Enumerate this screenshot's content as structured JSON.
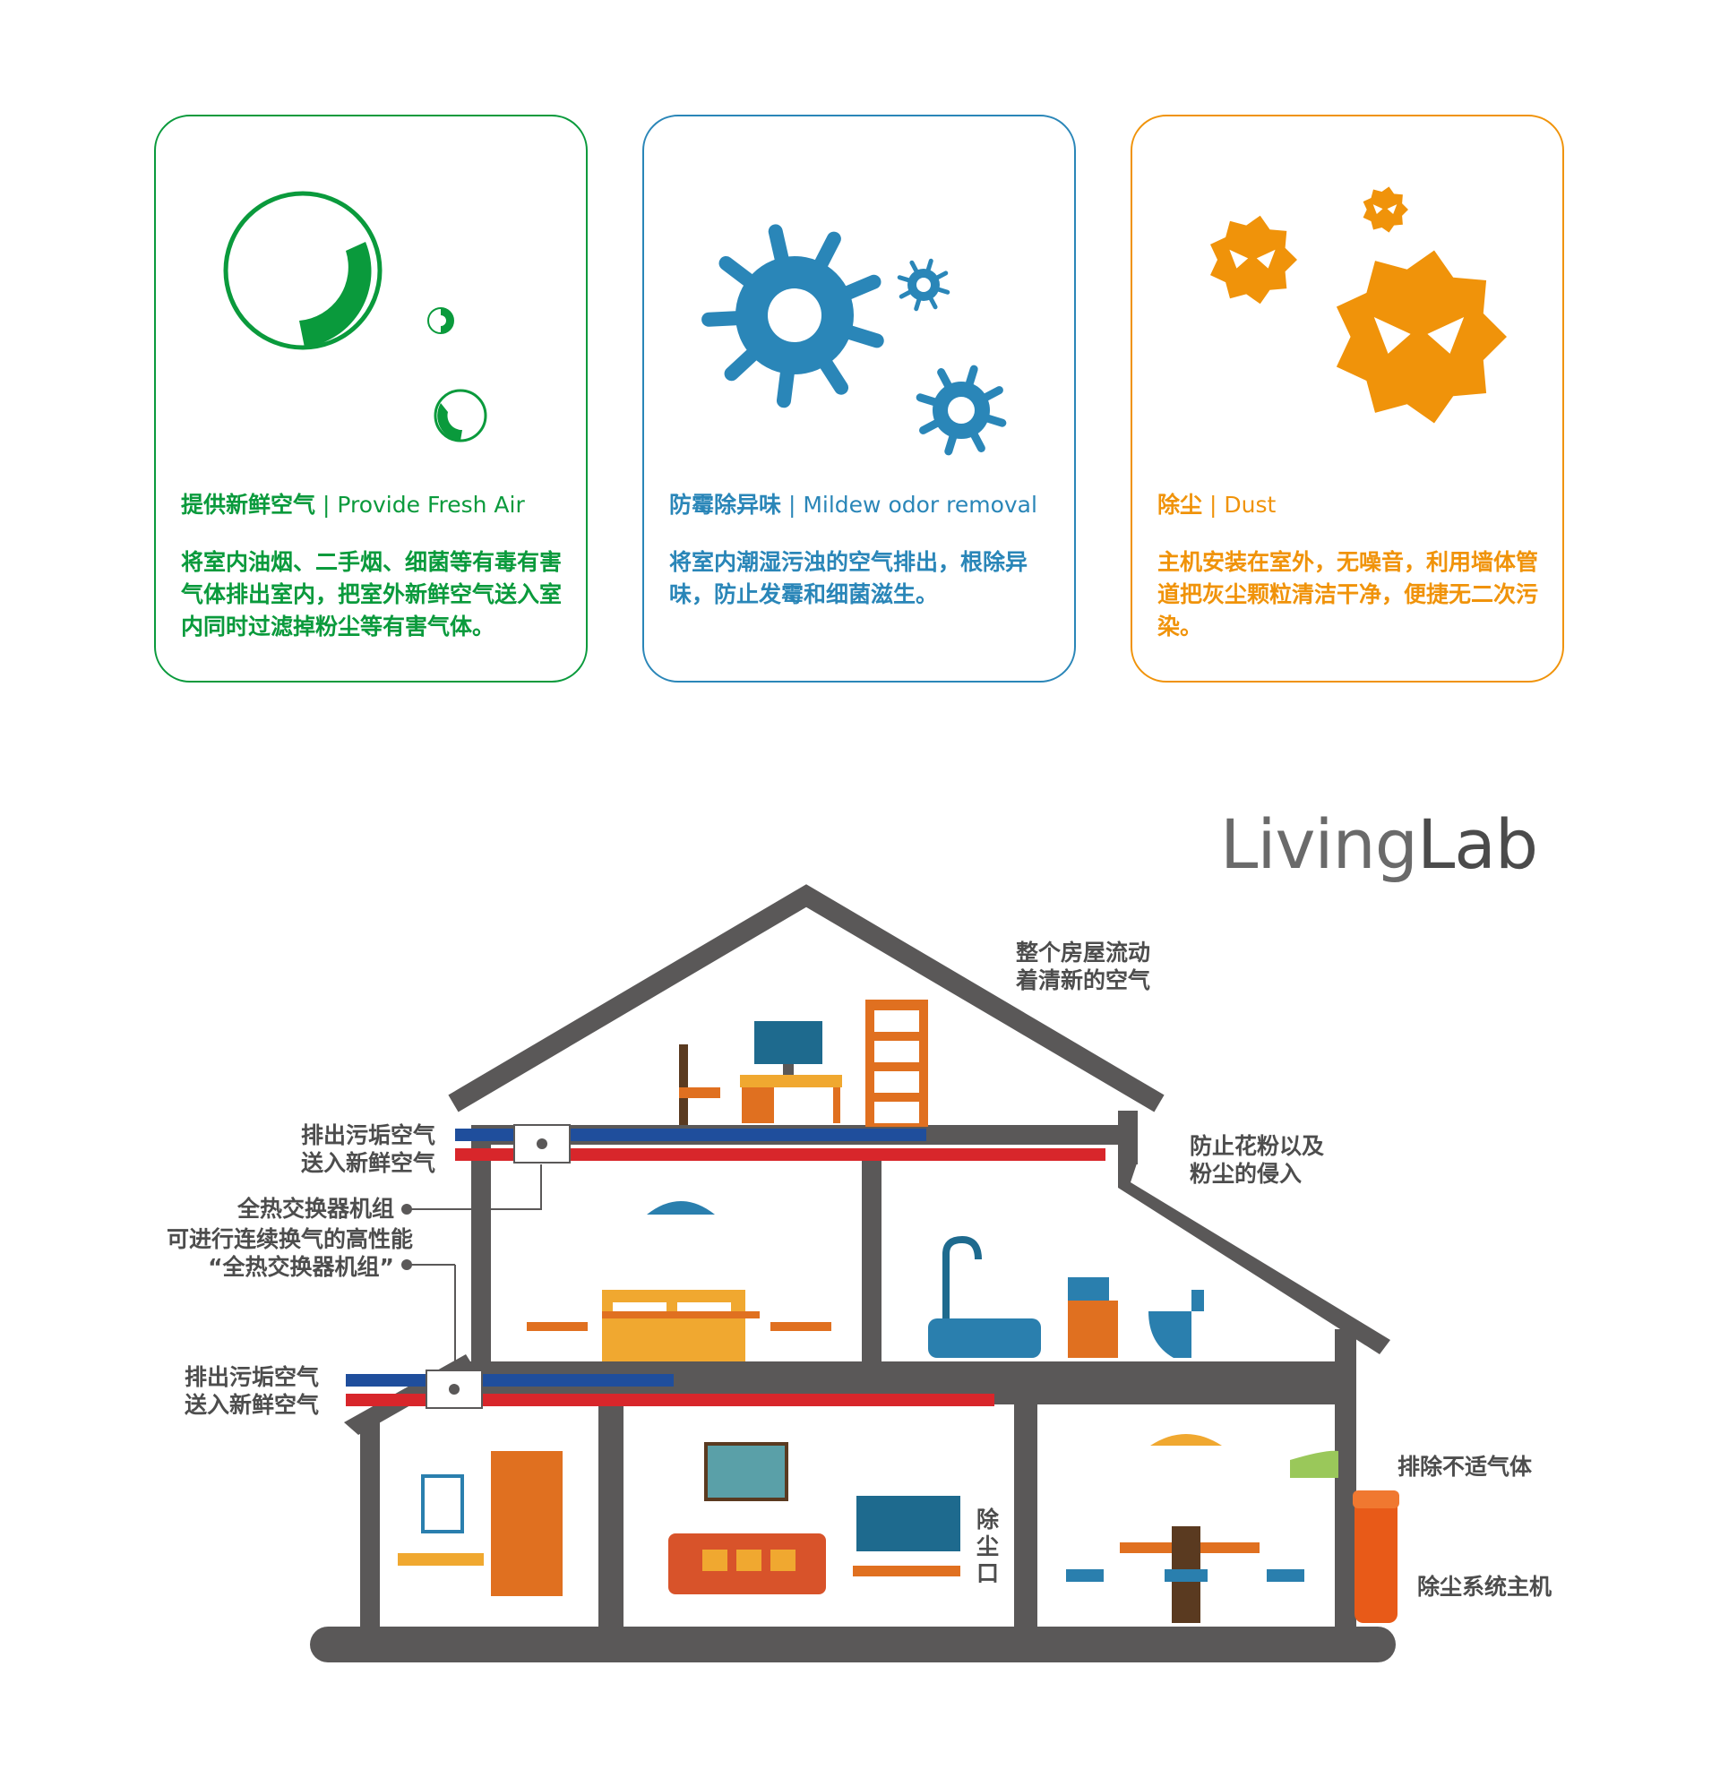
{
  "cards": [
    {
      "title_zh": "提供新鲜空气",
      "title_sep": " | ",
      "title_en": "Provide Fresh Air",
      "description": "将室内油烟、二手烟、细菌等有毒有害气体排出室内，把室外新鲜空气送入室内同时过滤掉粉尘等有害气体。",
      "icon": "air-bubbles-icon",
      "color": "#0a9a3c"
    },
    {
      "title_zh": "防霉除异味",
      "title_sep": " | ",
      "title_en": "Mildew odor removal",
      "description": "将室内潮湿污浊的空气排出，根除异味，防止发霉和细菌滋生。",
      "icon": "mildew-germs-icon",
      "color": "#2a86b8"
    },
    {
      "title_zh": "除尘",
      "title_sep": " | ",
      "title_en": "Dust",
      "description": "主机安装在室外，无噪音，利用墙体管道把灰尘颗粒清洁干净，便捷无二次污染。",
      "icon": "dust-mites-icon",
      "color": "#f0930a"
    }
  ],
  "logo": {
    "part1": "Living",
    "part2": "Lab"
  },
  "labels": {
    "whole_house_1": "整个房屋流动",
    "whole_house_2": "着清新的空气",
    "pollen_1": "防止花粉以及",
    "pollen_2": "粉尘的侵入",
    "exhaust_upper": "排出污垢空气",
    "supply_upper": "送入新鲜空气",
    "erv_unit": "全热交换器机组",
    "erv_desc_1": "可进行连续换气的高性能",
    "erv_desc_2": "“全热交换器机组”",
    "exhaust_lower": "排出污垢空气",
    "supply_lower": "送入新鲜空气",
    "dust_port": "除尘口",
    "discharge": "排除不适气体",
    "dust_host": "除尘系统主机"
  },
  "colors": {
    "house_wall": "#5a5858",
    "exhaust_pipe": "#1f4e9c",
    "supply_pipe": "#d8262b",
    "furniture_orange": "#e07020",
    "furniture_yellow": "#f0a830",
    "furniture_blue": "#2a7fae"
  }
}
